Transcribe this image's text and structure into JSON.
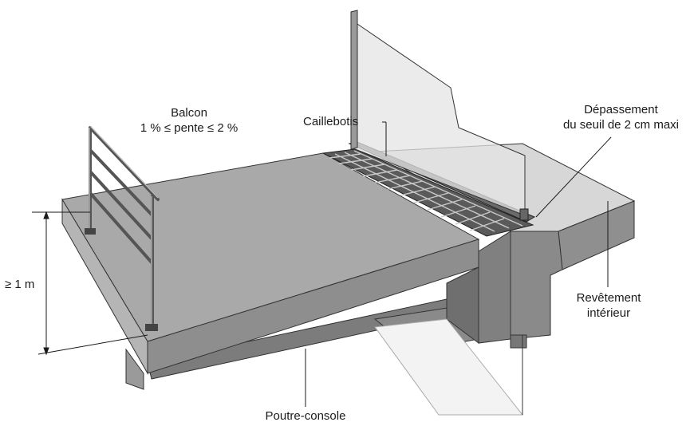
{
  "labels": {
    "balcon_title": "Balcon",
    "balcon_slope": "1 % ≤ pente ≤ 2 %",
    "caillebotis": "Caillebotis",
    "depassement_line1": "Dépassement",
    "depassement_line2": "du seuil de 2 cm maxi",
    "height": "≥ 1 m",
    "revetement_line1": "Revêtement",
    "revetement_line2": "intérieur",
    "poutre": "Poutre-console"
  },
  "colors": {
    "slab_top": "#a9a9a9",
    "slab_front": "#8e8e8e",
    "slab_side": "#b5b5b5",
    "interior_top": "#d7d7d7",
    "wall_front": "#8a8a8a",
    "wall_dark": "#6f6f6f",
    "glass": "#d4d4d4",
    "grate": "#5a5a5a",
    "line": "#1a1a1a"
  }
}
